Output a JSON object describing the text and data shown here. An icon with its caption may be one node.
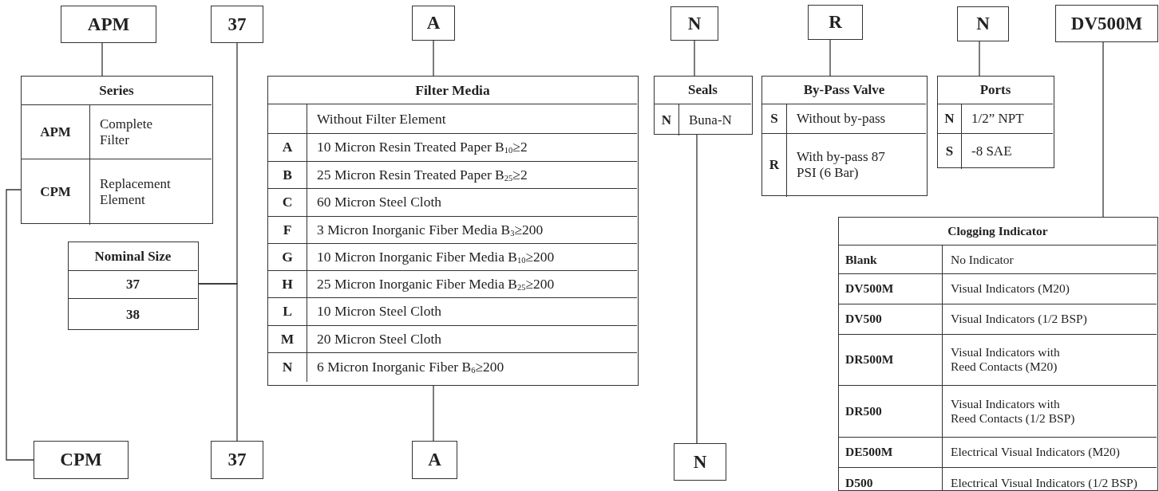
{
  "diagram": {
    "nodes": [
      {
        "text": [
          "APM"
        ]
      },
      {
        "text": [
          "37"
        ]
      },
      {
        "text": [
          "A"
        ]
      },
      {
        "text": [
          "N"
        ]
      },
      {
        "text": [
          "R"
        ]
      },
      {
        "text": [
          "N"
        ]
      },
      {
        "text": [
          "DV500M"
        ]
      },
      {
        "text": [
          "Series",
          "APM",
          "Complete Filter",
          "CPM",
          "Replacement Element"
        ]
      },
      {
        "text": [
          "Nominal Size",
          "37",
          "38"
        ]
      },
      {
        "text": [
          "Filter Media",
          "Without Filter Element",
          "A",
          "10 Micron Resin Treated Paper B$_{10}$≥2",
          "B",
          "25 Micron Resin Treated Paper B$_{25}$≥2",
          "C",
          "60 Micron Steel Cloth",
          "F",
          "3 Micron Inorganic Fiber Media B$_{3}$≥200",
          "G",
          "10 Micron Inorganic Fiber Media B$_{10}$≥200",
          "H",
          "25 Micron Inorganic Fiber Media B$_{25}$≥200",
          "L",
          "10 Micron Steel Cloth",
          "M",
          "20 Micron Steel Cloth",
          "N",
          "6 Micron Inorganic Fiber B$_{6}$≥200"
        ]
      },
      {
        "text": [
          "Seals",
          "N",
          "Buna-N"
        ]
      },
      {
        "text": [
          "By-Pass Valve",
          "S",
          "Without by-pass",
          "R",
          "With by-pass 87 PSI (6 Bar)"
        ]
      },
      {
        "text": [
          "Ports",
          "N",
          "1/2” NPT",
          "S",
          "-8 SAE"
        ]
      },
      {
        "text": [
          "Clogging Indicator",
          "Blank",
          "No Indicator",
          "DV500M",
          "Visual Indicators (M20)",
          "DV500",
          "Visual Indicators (1/2 BSP)",
          "DR500M",
          "Visual Indicators with Reed Contacts (M20)",
          "DR500",
          "Visual Indicators with Reed Contacts (1/2 BSP)",
          "DE500M",
          "Electrical Visual Indicators (M20)",
          "D500",
          "Electrical Visual Indicators (1/2 BSP)"
        ]
      },
      {
        "text": [
          "CPM"
        ]
      },
      {
        "text": [
          "37"
        ]
      },
      {
        "text": [
          "A"
        ]
      },
      {
        "text": [
          "N"
        ]
      }
    ],
    "edges": [
      {
        "from": 0,
        "to": 7,
        "arrow": "none"
      },
      {
        "from": 1,
        "to": 8,
        "arrow": "none"
      },
      {
        "from": 8,
        "to": 15,
        "arrow": "none"
      },
      {
        "from": 2,
        "to": 9,
        "arrow": "none"
      },
      {
        "from": 9,
        "to": 16,
        "arrow": "none"
      },
      {
        "from": 3,
        "to": 10,
        "arrow": "none"
      },
      {
        "from": 10,
        "to": 17,
        "arrow": "none"
      },
      {
        "from": 4,
        "to": 11,
        "arrow": "none"
      },
      {
        "from": 5,
        "to": 12,
        "arrow": "none"
      },
      {
        "from": 6,
        "to": 13,
        "arrow": "none"
      },
      {
        "from": 7,
        "to": 14,
        "arrow": "none"
      }
    ]
  }
}
